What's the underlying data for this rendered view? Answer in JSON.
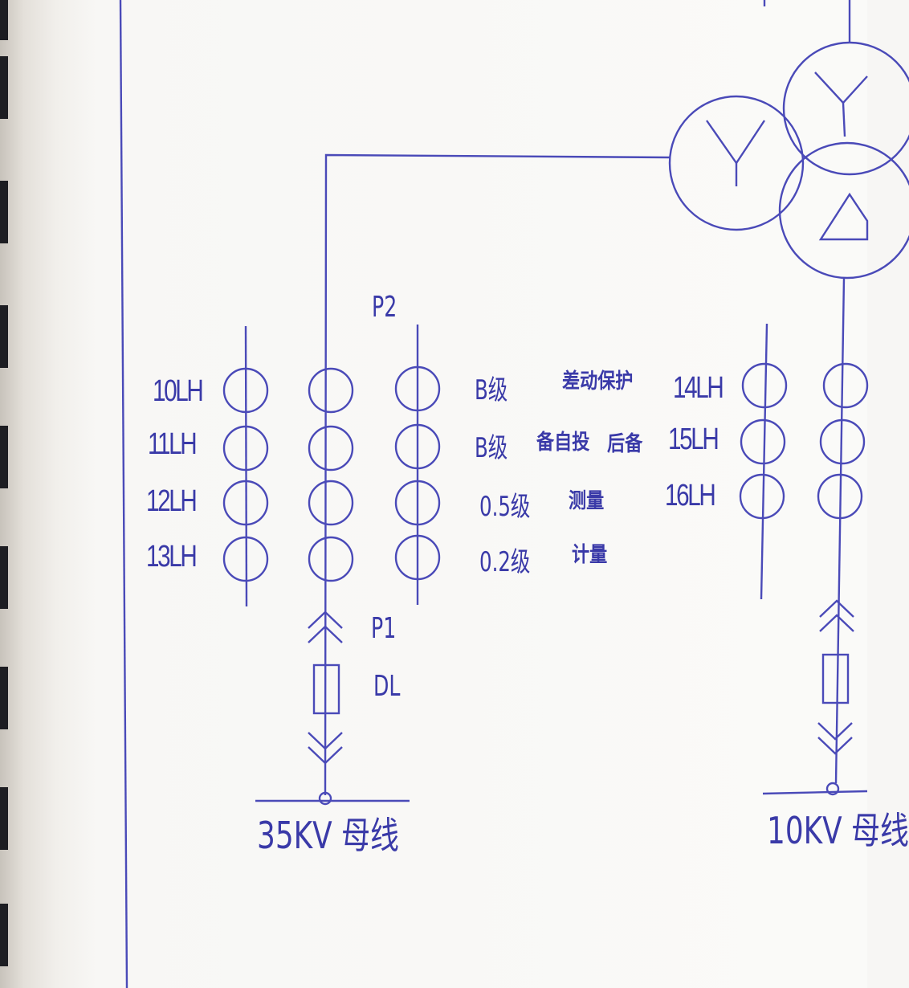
{
  "labels": {
    "p2": "P2",
    "p1": "P1",
    "dl": "DL",
    "bus_35kv": "35KV 母线",
    "bus_10kv": "10KV 母线"
  },
  "ct_labels_left": [
    "10LH",
    "11LH",
    "12LH",
    "13LH"
  ],
  "ct_labels_right": [
    "14LH",
    "15LH",
    "16LH"
  ],
  "ct_classes": [
    {
      "class": "B级",
      "purpose": "差动保护",
      "extra": ""
    },
    {
      "class": "B级",
      "purpose": "备自投",
      "extra": "后备"
    },
    {
      "class": "0.5级",
      "purpose": "测量",
      "extra": ""
    },
    {
      "class": "0.2级",
      "purpose": "计量",
      "extra": ""
    }
  ],
  "colors": {
    "ink": "#4a4ab8",
    "paper": "#fafaf8"
  }
}
